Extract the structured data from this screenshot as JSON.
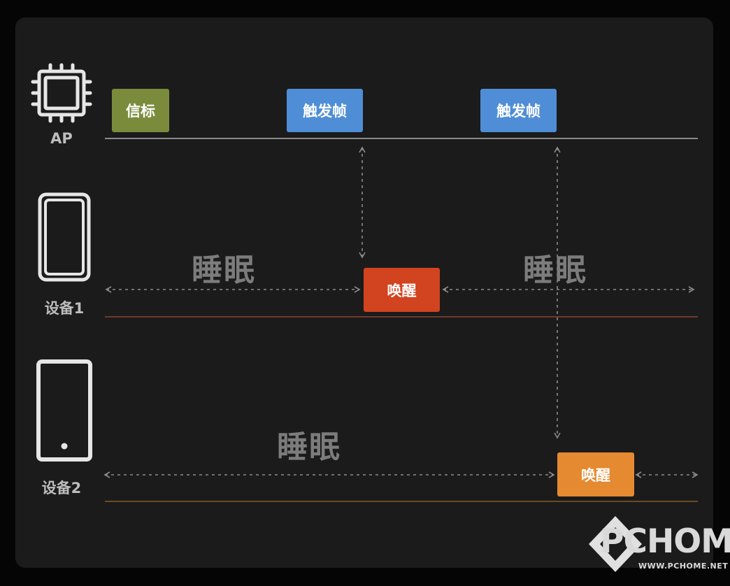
{
  "devices": {
    "ap": {
      "label": "AP"
    },
    "device1": {
      "label": "设备1"
    },
    "device2": {
      "label": "设备2"
    }
  },
  "frames": {
    "beacon": "信标",
    "trigger_1": "触发帧",
    "trigger_2": "触发帧",
    "wake_1": "唤醒",
    "wake_2": "唤醒"
  },
  "sleep_labels": {
    "d1_left": "睡眠",
    "d1_right": "睡眠",
    "d2": "睡眠"
  },
  "colors": {
    "beacon": "#7a8c3c",
    "trigger": "#4f8ed6",
    "wake_device1": "#d2431f",
    "wake_device2": "#e58a30",
    "ap_line": "#8a8a8a",
    "device1_line": "#6e3a2c",
    "device2_line": "#6b4a26"
  },
  "watermark": {
    "brand": "PCHOME",
    "url": "WWW.PCHOME.NET"
  }
}
